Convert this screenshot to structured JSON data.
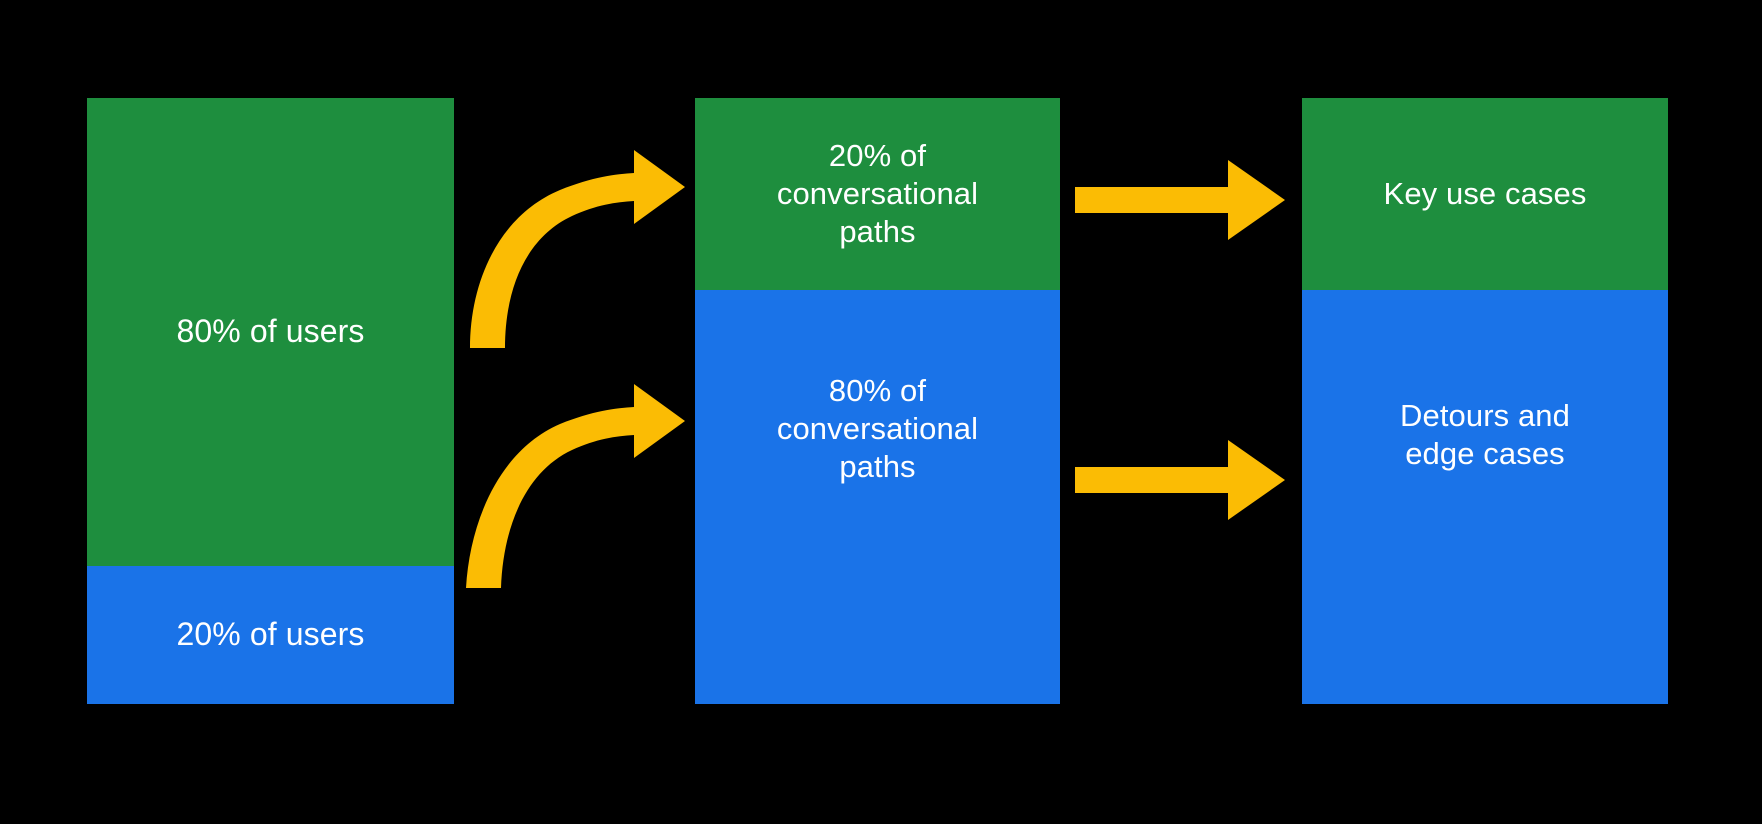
{
  "diagram": {
    "title": "80/20 conversational paths diagram",
    "background_color": "#000000",
    "colors": {
      "green": "#1e8e3e",
      "blue": "#1a73e8",
      "yellow": "#fbbc04",
      "text": "#ffffff"
    }
  },
  "columns": [
    {
      "name": "users",
      "segments": [
        {
          "name": "users-majority",
          "label": "80% of users",
          "color": "#1e8e3e",
          "share": 80
        },
        {
          "name": "users-minority",
          "label": "20% of users",
          "color": "#1a73e8",
          "share": 20
        }
      ]
    },
    {
      "name": "conversational-paths",
      "segments": [
        {
          "name": "paths-minority",
          "label": "20% of\nconversational\npaths",
          "color": "#1e8e3e",
          "share": 20
        },
        {
          "name": "paths-majority",
          "label": "80% of\nconversational\npaths",
          "color": "#1a73e8",
          "share": 80
        }
      ]
    },
    {
      "name": "outcomes",
      "segments": [
        {
          "name": "outcome-key-use-cases",
          "label": "Key use cases",
          "color": "#1e8e3e",
          "share": 20
        },
        {
          "name": "outcome-detours",
          "label": "Detours and\nedge cases",
          "color": "#1a73e8",
          "share": 80
        }
      ]
    }
  ],
  "arrows": [
    {
      "name": "curved-arrow-users-majority-to-paths-minority",
      "style": "curved",
      "color": "#fbbc04"
    },
    {
      "name": "curved-arrow-users-minority-to-paths-majority",
      "style": "curved",
      "color": "#fbbc04"
    },
    {
      "name": "straight-arrow-paths-minority-to-key-use-cases",
      "style": "straight",
      "color": "#fbbc04"
    },
    {
      "name": "straight-arrow-paths-majority-to-detours",
      "style": "straight",
      "color": "#fbbc04"
    }
  ]
}
